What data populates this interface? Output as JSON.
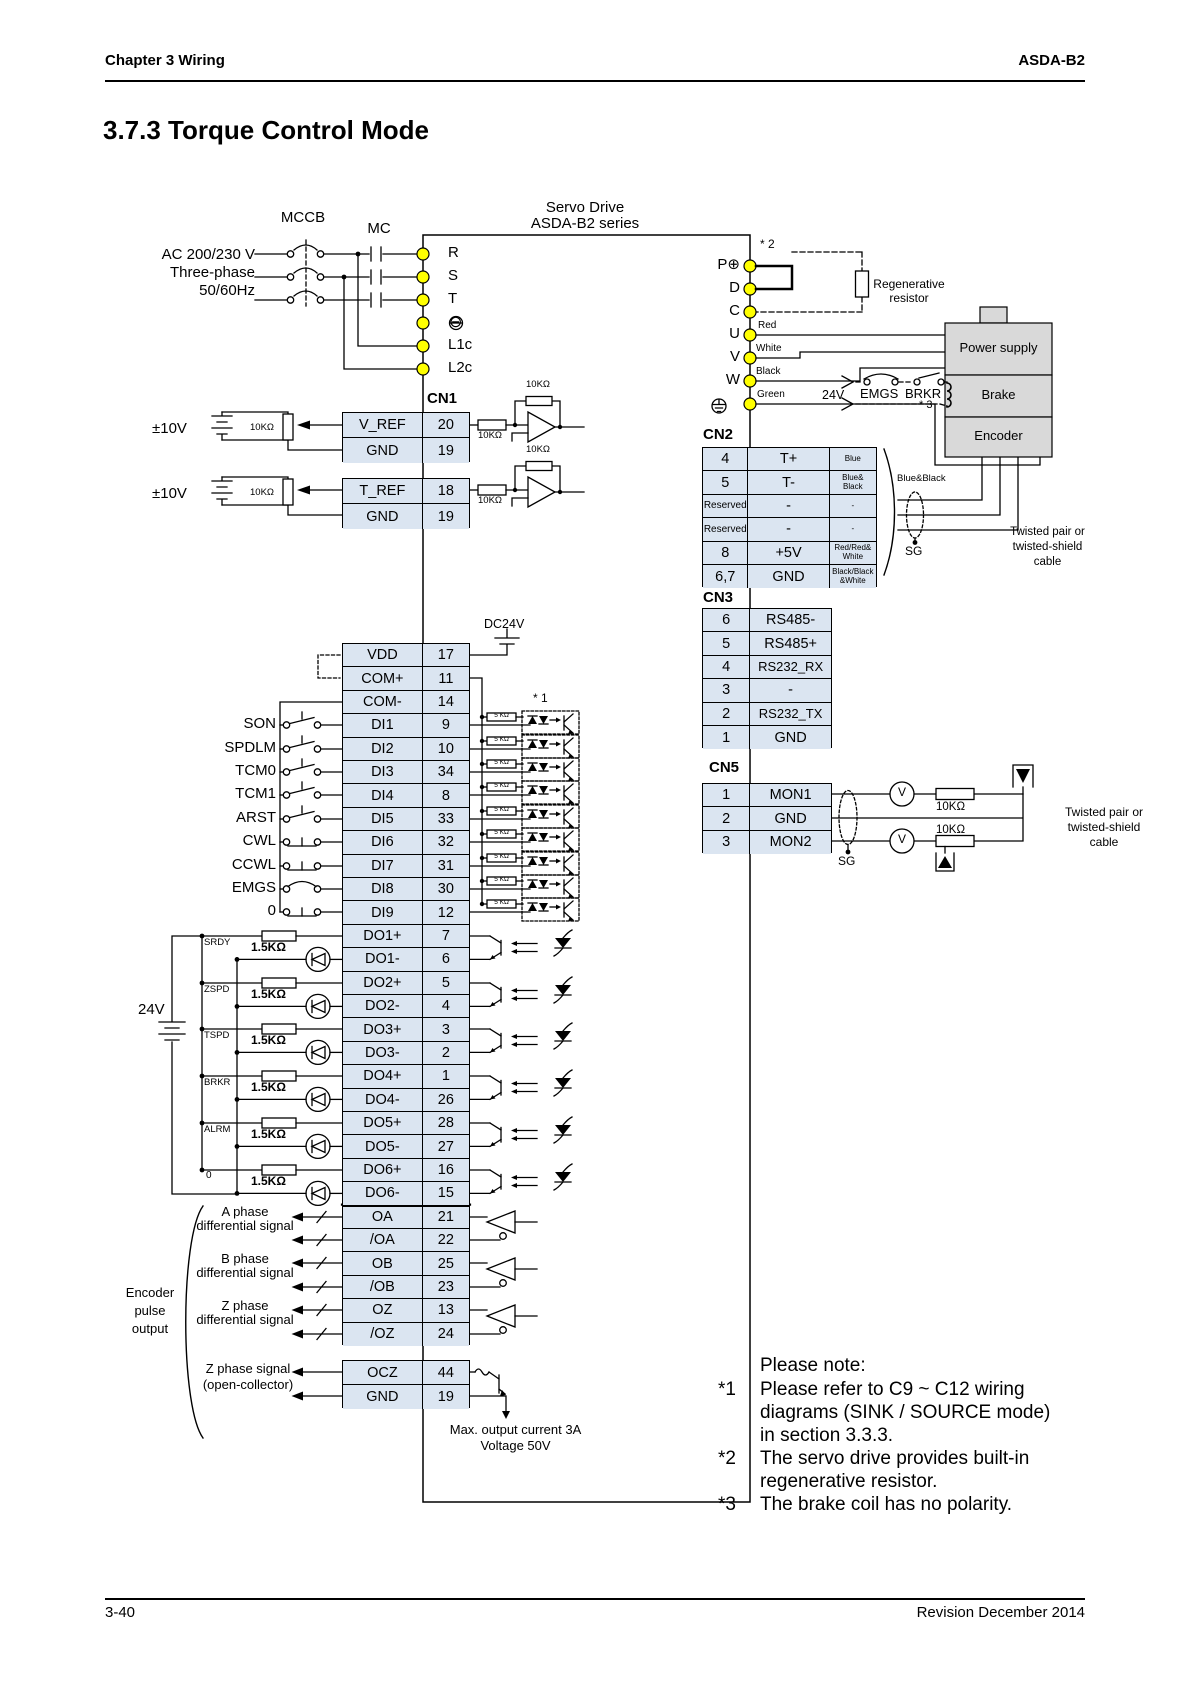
{
  "header": {
    "left": "Chapter 3 Wiring",
    "right": "ASDA-B2"
  },
  "title": "3.7.3  Torque Control Mode",
  "footer": {
    "left": "3-40",
    "right": "Revision December 2014"
  },
  "drive": {
    "title_line1": "Servo Drive",
    "title_line2": "ASDA-B2 series"
  },
  "power_input": {
    "line1": "AC 200/230 V",
    "line2": "Three-phase",
    "line3": "50/60Hz",
    "breaker": "MCCB",
    "contactor": "MC"
  },
  "left_terminals": {
    "r": "R",
    "s": "S",
    "t": "T",
    "neg": "⊖",
    "l1c": "L1c",
    "l2c": "L2c"
  },
  "right_terminals": {
    "p": "P⊕",
    "d": "D",
    "c": "C",
    "u": "U",
    "v": "V",
    "w": "W"
  },
  "wire_colors": {
    "u": "Red",
    "v": "White",
    "w": "Black",
    "g": "Green"
  },
  "regen": {
    "note": "* 2",
    "line1": "Regenerative",
    "line2": "resistor"
  },
  "brake_circuit": {
    "voltage": "24V",
    "emgs": "EMGS",
    "brkr": "BRKR",
    "note": "* 3"
  },
  "motor": {
    "box1": "Power supply",
    "box2": "Brake",
    "box3": "Encoder"
  },
  "analog": {
    "source": "±10V",
    "pot": "10KΩ",
    "series": "10KΩ",
    "feedback": "10KΩ"
  },
  "cn1": {
    "label": "CN1",
    "vref": [
      {
        "name": "V_REF",
        "pin": "20"
      },
      {
        "name": "GND",
        "pin": "19"
      }
    ],
    "tref": [
      {
        "name": "T_REF",
        "pin": "18"
      },
      {
        "name": "GND",
        "pin": "19"
      }
    ],
    "rows": [
      {
        "name": "VDD",
        "pin": "17"
      },
      {
        "name": "COM+",
        "pin": "11"
      },
      {
        "name": "COM-",
        "pin": "14"
      },
      {
        "name": "DI1",
        "pin": "9"
      },
      {
        "name": "DI2",
        "pin": "10"
      },
      {
        "name": "DI3",
        "pin": "34"
      },
      {
        "name": "DI4",
        "pin": "8"
      },
      {
        "name": "DI5",
        "pin": "33"
      },
      {
        "name": "DI6",
        "pin": "32"
      },
      {
        "name": "DI7",
        "pin": "31"
      },
      {
        "name": "DI8",
        "pin": "30"
      },
      {
        "name": "DI9",
        "pin": "12"
      },
      {
        "name": "DO1+",
        "pin": "7"
      },
      {
        "name": "DO1-",
        "pin": "6"
      },
      {
        "name": "DO2+",
        "pin": "5"
      },
      {
        "name": "DO2-",
        "pin": "4"
      },
      {
        "name": "DO3+",
        "pin": "3"
      },
      {
        "name": "DO3-",
        "pin": "2"
      },
      {
        "name": "DO4+",
        "pin": "1"
      },
      {
        "name": "DO4-",
        "pin": "26"
      },
      {
        "name": "DO5+",
        "pin": "28"
      },
      {
        "name": "DO5-",
        "pin": "27"
      },
      {
        "name": "DO6+",
        "pin": "16"
      },
      {
        "name": "DO6-",
        "pin": "15"
      },
      {
        "name": "OA",
        "pin": "21"
      },
      {
        "name": "/OA",
        "pin": "22"
      },
      {
        "name": "OB",
        "pin": "25"
      },
      {
        "name": "/OB",
        "pin": "23"
      },
      {
        "name": "OZ",
        "pin": "13"
      },
      {
        "name": "/OZ",
        "pin": "24"
      }
    ],
    "ocz": [
      {
        "name": "OCZ",
        "pin": "44"
      },
      {
        "name": "GND",
        "pin": "19"
      }
    ]
  },
  "di": {
    "labels": [
      "SON",
      "SPDLM",
      "TCM0",
      "TCM1",
      "ARST",
      "CWL",
      "CCWL",
      "EMGS",
      "0"
    ],
    "resistor": "5 KΩ",
    "note": "* 1",
    "supply": "DC24V"
  },
  "do": {
    "supply": "24V",
    "resistor": "1.5KΩ",
    "labels": [
      "SRDY",
      "ZSPD",
      "TSPD",
      "BRKR",
      "ALRM",
      "0"
    ]
  },
  "encoder_out": {
    "group_line1": "Encoder",
    "group_line2": "pulse",
    "group_line3": "output",
    "pairs": [
      {
        "line1": "A phase",
        "line2": "differential signal"
      },
      {
        "line1": "B phase",
        "line2": "differential signal"
      },
      {
        "line1": "Z phase",
        "line2": "differential signal"
      }
    ],
    "oc_line1": "Z phase signal",
    "oc_line2": "(open-collector)",
    "max_line1": "Max. output current 3A",
    "max_line2": "Voltage 50V"
  },
  "cn2": {
    "label": "CN2",
    "rows": [
      {
        "pin": "4",
        "name": "T+",
        "color": "Blue"
      },
      {
        "pin": "5",
        "name": "T-",
        "color": "Blue&\nBlack"
      },
      {
        "pin": "Reserved",
        "name": "-",
        "color": "-"
      },
      {
        "pin": "Reserved",
        "name": "-",
        "color": "-"
      },
      {
        "pin": "8",
        "name": "+5V",
        "color": "Red/Red&\nWhite"
      },
      {
        "pin": "6,7",
        "name": "GND",
        "color": "Black/Black\n&White"
      }
    ],
    "pair_label": "Blue&Black",
    "sg": "SG",
    "cable_line1": "Twisted pair or",
    "cable_line2": "twisted-shield",
    "cable_line3": "cable"
  },
  "cn3": {
    "label": "CN3",
    "rows": [
      {
        "pin": "6",
        "name": "RS485-"
      },
      {
        "pin": "5",
        "name": "RS485+"
      },
      {
        "pin": "4",
        "name": "RS232_RX"
      },
      {
        "pin": "3",
        "name": "-"
      },
      {
        "pin": "2",
        "name": "RS232_TX"
      },
      {
        "pin": "1",
        "name": "GND"
      }
    ]
  },
  "cn5": {
    "label": "CN5",
    "rows": [
      {
        "pin": "1",
        "name": "MON1"
      },
      {
        "pin": "2",
        "name": "GND"
      },
      {
        "pin": "3",
        "name": "MON2"
      }
    ],
    "meter": "V",
    "r1": "10KΩ",
    "r2": "10KΩ",
    "sg": "SG",
    "cable_line1": "Twisted pair or",
    "cable_line2": "twisted-shield",
    "cable_line3": "cable"
  },
  "notes": {
    "title": "Please note:",
    "n1_marker": "*1",
    "n1_line1": "Please refer to C9 ~ C12 wiring",
    "n1_line2": "diagrams (SINK / SOURCE mode)",
    "n1_line3": "in section 3.3.3.",
    "n2_marker": "*2",
    "n2_line1": "The servo drive provides built-in",
    "n2_line2": "regenerative resistor.",
    "n3_marker": "*3",
    "n3_line1": "The brake coil has no polarity."
  }
}
